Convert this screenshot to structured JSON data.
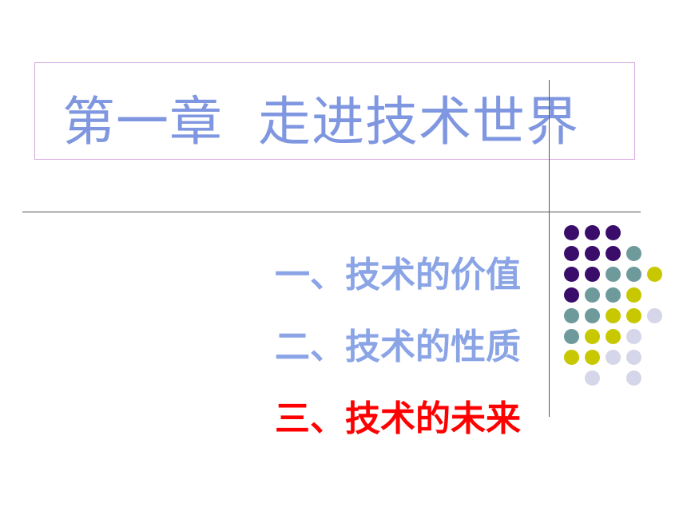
{
  "slide": {
    "title": "第一章  走进技术世界",
    "items": [
      {
        "label": "一、技术的价值",
        "color": "#8aa4e6"
      },
      {
        "label": "二、技术的性质",
        "color": "#8aa4e6"
      },
      {
        "label": "三、技术的未来",
        "color": "#ff0000"
      }
    ]
  },
  "colors": {
    "title": "#7f96e0",
    "title_border": "#d7a6e0",
    "rule": "#555555",
    "dot_purple": "#3a0d6b",
    "dot_teal": "#6f9a9c",
    "dot_olive": "#c8c800",
    "dot_lavender": "#d6d6ea"
  }
}
